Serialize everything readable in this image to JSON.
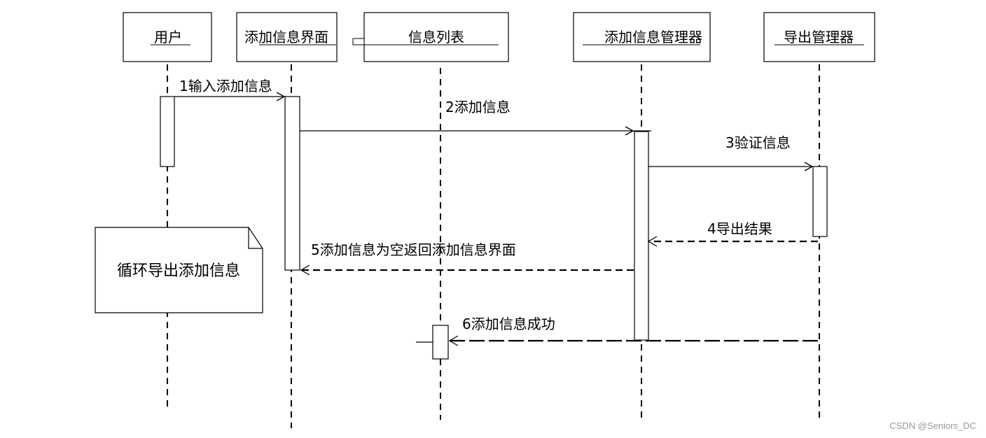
{
  "participants": [
    {
      "id": "user",
      "label": "用户"
    },
    {
      "id": "add_ui",
      "label": "添加信息界面"
    },
    {
      "id": "info_list",
      "label": "信息列表"
    },
    {
      "id": "add_mgr",
      "label": "添加信息管理器"
    },
    {
      "id": "export_mgr",
      "label": "导出管理器"
    }
  ],
  "messages": [
    {
      "id": "m1",
      "label": "1输入添加信息",
      "from": "user",
      "to": "add_ui",
      "style": "solid"
    },
    {
      "id": "m2",
      "label": "2添加信息",
      "from": "add_ui",
      "to": "add_mgr",
      "style": "solid"
    },
    {
      "id": "m3",
      "label": "3验证信息",
      "from": "add_mgr",
      "to": "export_mgr",
      "style": "solid"
    },
    {
      "id": "m4",
      "label": "4导出结果",
      "from": "export_mgr",
      "to": "add_mgr",
      "style": "dashed"
    },
    {
      "id": "m5",
      "label": "5添加信息为空返回添加信息界面",
      "from": "add_mgr",
      "to": "add_ui",
      "style": "dashed"
    },
    {
      "id": "m6",
      "label": "6添加信息成功",
      "from": "export_mgr",
      "to": "info_list",
      "style": "dashed"
    }
  ],
  "note": {
    "text": "循环导出添加信息"
  },
  "watermark": "CSDN @Seniors_DC"
}
